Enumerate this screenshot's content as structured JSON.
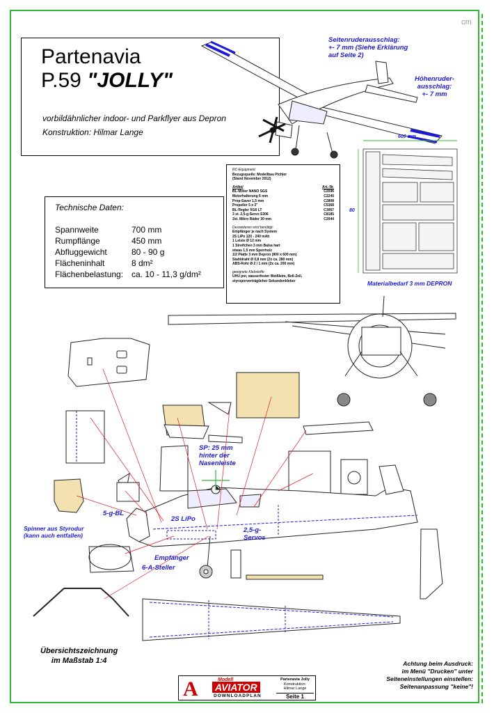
{
  "corner_unit": "cm",
  "title": {
    "line1": "Partenavia",
    "line2_prefix": "P.59",
    "line2_name": "\"JOLLY\""
  },
  "subtitle": "vorbildähnlicher indoor- und Parkflyer aus Depron",
  "construction": "Konstruktion: Hilmar Lange",
  "annotations": {
    "rudder_line1": "Seitenruderausschlag:",
    "rudder_line2": "+- 7 mm (Siehe Erklärung",
    "rudder_line3": "auf Seite 2)",
    "elevator_line1": "Höhenruder-",
    "elevator_line2": "ausschlag:",
    "elevator_line3": "+- 7 mm",
    "sheet_width": "600 mm",
    "sheet_height": "80",
    "material": "Materialbedarf 3 mm DEPRON",
    "sp_line1": "SP: 25 mm",
    "sp_line2": "hinter der",
    "sp_line3": "Nasenleiste",
    "motor": "5-g-BL",
    "spinner_line1": "Spinner aus Styrodur",
    "spinner_line2": "(kann auch entfallen)",
    "battery": "2S LiPo",
    "servos_line1": "2,5-g-",
    "servos_line2": "Servos",
    "receiver": "Empfänger",
    "esc": "6-A-Steller"
  },
  "tech": {
    "heading": "Technische Daten:",
    "rows": [
      {
        "label": "Spannweite",
        "value": "700 mm"
      },
      {
        "label": "Rumpflänge",
        "value": "450 mm"
      },
      {
        "label": "Abfluggewicht",
        "value": "80 - 90 g"
      },
      {
        "label": "Flächeninhalt",
        "value": "8 dm²"
      },
      {
        "label": "Flächenbelastung:",
        "value": "ca. 10 - 11,3 g/dm²"
      }
    ]
  },
  "rc": {
    "heading": "RC-Equipment",
    "source": "Bezugsquelle: Modellbau Pichler",
    "stand": "(Stand November 2012)",
    "col_article": "Artikel",
    "col_number": "Art.-Nr.",
    "items": [
      {
        "name": "BL-Motor NANO SGS",
        "no": "C2096"
      },
      {
        "name": "Motorhalterung 6 mm",
        "no": "C2240"
      },
      {
        "name": "Prop-Saver 1,5 mm",
        "no": "C2808"
      },
      {
        "name": "Propeller 5 x 3\"",
        "no": "C5368"
      },
      {
        "name": "BL-Regler XG6 LT",
        "no": "C3067"
      },
      {
        "name": "3 st. 2,5-g-Servo S306",
        "no": "C8185"
      },
      {
        "name": "2st. Mikro Räder 30 mm",
        "no": "C2044"
      }
    ],
    "also_heading": "Desweiteren wird benötigt:",
    "also_items": [
      "Empfänger je nach System",
      "2S LiPo 120 - 240 mAh",
      "1 Leiste Ø 12 mm",
      "1 Streifchen 3 mm Balsa hart",
      "etwas 1,5 mm Sperrholz",
      "1/2 Platte 3 mm Depron (800 x 600 mm)",
      "Stahldraht Ø 0,8 mm (2x ca. 280 mm)",
      "ABS-Rohr Ø 2 / 1 mm (2x ca. 200 mm)"
    ],
    "glue_heading": "geeignete Klebstoffe:",
    "glue_text": "UHU por, wasserfester Weißleim, Bell-Zell, styroporverträglicher Sekundenkleber"
  },
  "overview": {
    "line1": "Übersichtszeichnung",
    "line2": "im Maßstab 1:4"
  },
  "print_note": {
    "line1": "Achtung beim Ausdruck:",
    "line2": "im Menü \"Drucken\" unter",
    "line3": "Seiteneinstellungen einstellen:",
    "line4": "Seitenanpassung \"keine\"!"
  },
  "logo": {
    "letter": "A",
    "modell": "Modell",
    "aviator": "AVIATOR",
    "downloadplan": "DOWNLOADPLAN",
    "plan_name": "Partenavia Jolly",
    "plan_sub1": "Konstruktion:",
    "plan_sub2": "Hilmar Lange",
    "page": "Seite 1"
  },
  "colors": {
    "frame": "#2fb82f",
    "annotation": "#1a1ad8",
    "leader": "#e02020",
    "logo": "#cc0000"
  }
}
